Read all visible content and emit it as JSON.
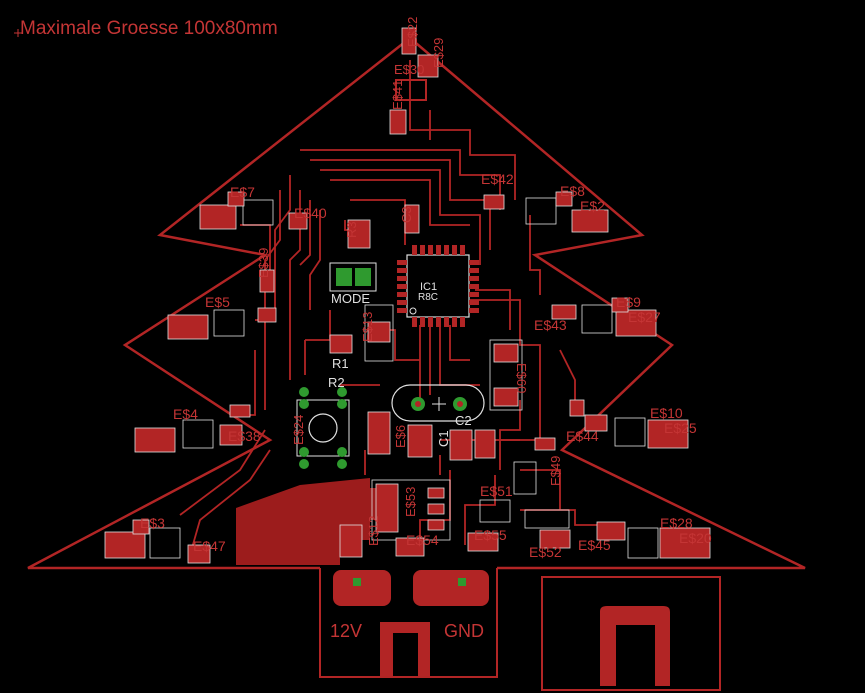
{
  "title": "Maximale Groesse 100x80mm",
  "labels": {
    "mode": "MODE",
    "v12": "12V",
    "gnd": "GND",
    "r1": "R1",
    "r2": "R2",
    "r3": "R3",
    "c1": "C1",
    "c2": "C2",
    "c3": "C3",
    "ic": "IC1",
    "ic_part": "R8C",
    "e7": "E$7",
    "e40": "E$40",
    "e42": "E$42",
    "e8": "E$8",
    "e2": "E$2",
    "e39": "E$39",
    "e5": "E$5",
    "e9": "E$9",
    "e27": "E$27",
    "e43": "E$43",
    "e13": "E$13",
    "e60": "E$60",
    "e4": "E$4",
    "e38": "E$38",
    "e24": "E$24",
    "e6": "E$6",
    "e10": "E$10",
    "e25": "E$25",
    "e44": "E$44",
    "e49": "E$49",
    "e51": "E$51",
    "e53": "E$53",
    "e3": "E$3",
    "e47": "E$47",
    "e12": "E$12",
    "e54": "E$54",
    "e55": "E$55",
    "e52": "E$52",
    "e45": "E$45",
    "e28": "E$28",
    "e20": "E$20",
    "e22": "E$22",
    "e29": "E$29",
    "e30": "E$30",
    "e41": "E$41"
  },
  "colors": {
    "background": "#000000",
    "copper": "#b22525",
    "copper_fill": "#9c1c1c",
    "outline": "#c43535",
    "pad_green": "#2f9a2f",
    "text_white": "#e0e0e0"
  }
}
